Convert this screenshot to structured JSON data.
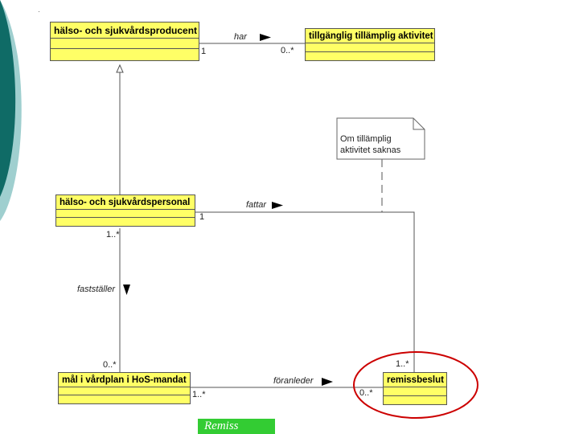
{
  "classes": {
    "producer": "hälso- och sjukvårdsproducent",
    "activity": "tillgänglig tillämplig aktivitet",
    "personnel": "hälso- och sjukvårdspersonal",
    "goal": "mål i vårdplan i HoS-mandat",
    "decision": "remissbeslut"
  },
  "associations": {
    "har": {
      "name": "har",
      "source_mult": "1",
      "target_mult": "0..*"
    },
    "fattar": {
      "name": "fattar",
      "source_mult": "1",
      "target_mult": "1..*"
    },
    "faststaller": {
      "name": "fastställer",
      "source_mult": "1..*",
      "target_mult": "0..*"
    },
    "foranleder": {
      "name": "föranleder",
      "source_mult": "1..*",
      "target_mult": "0..*"
    }
  },
  "note": {
    "line1": "Om tillämplig",
    "line2": "aktivitet saknas"
  },
  "footer_tag": "Remiss",
  "colors": {
    "class_fill": "#ffff66",
    "highlight_ellipse": "#cc0000",
    "tag_fill": "#33cc33",
    "deco_teal": "#0f6b66",
    "deco_light": "#9fcfcf"
  }
}
